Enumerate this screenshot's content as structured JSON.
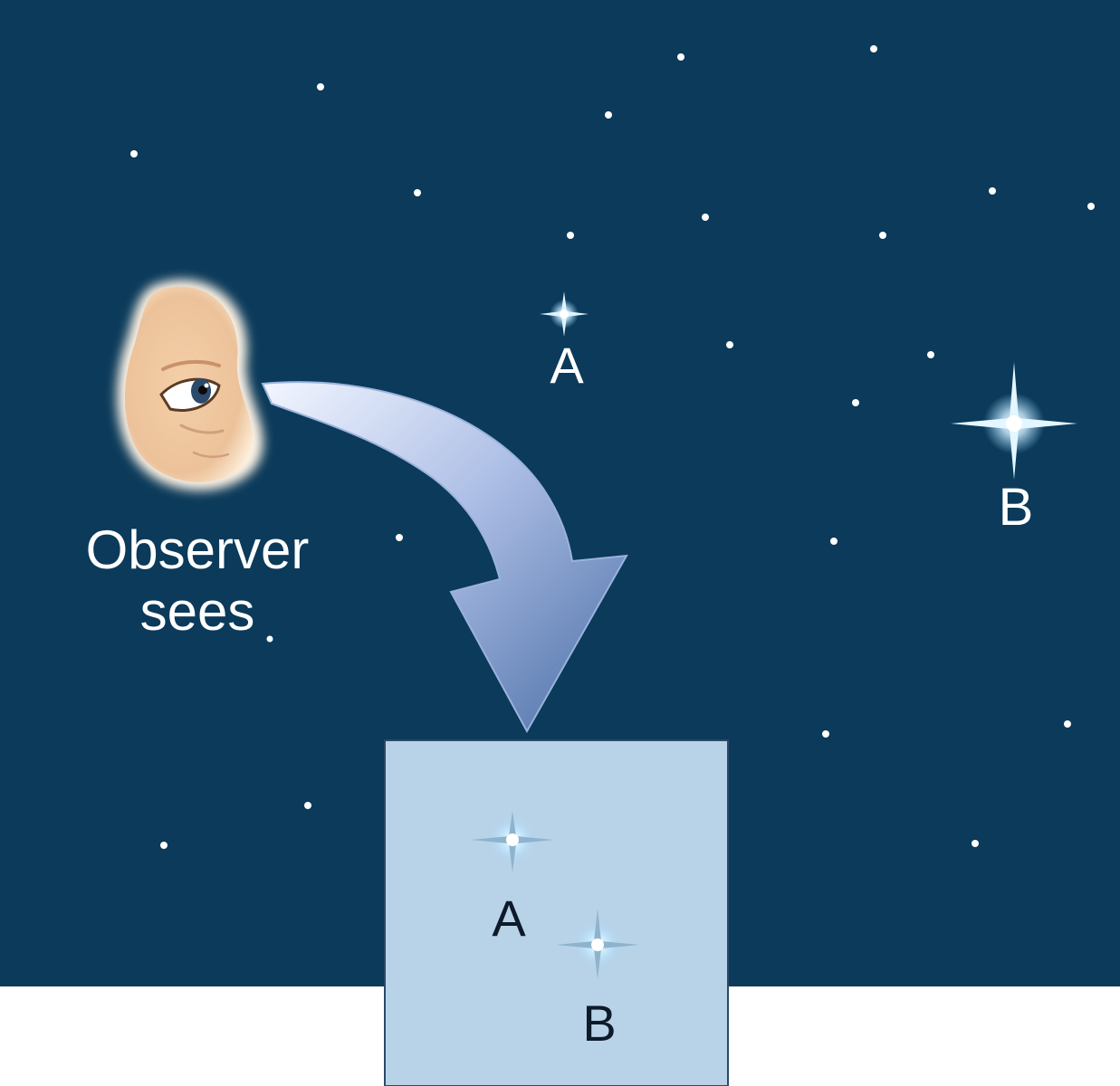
{
  "colors": {
    "sky": "#0b3a5a",
    "star": "#ffffff",
    "star_glow": "#9fd8ff",
    "face": "#f4cfa8",
    "arrow_light": "#f2f6ff",
    "arrow_dark": "#4a6ea6",
    "view_panel": "#b8d3e8",
    "panel_text": "#0d1a2a",
    "sky_text": "#ffffff"
  },
  "labels": {
    "observer_line1": "Observer",
    "observer_line2": "sees",
    "star_a": "A",
    "star_b": "B",
    "view_a": "A",
    "view_b": "B"
  },
  "icons": {
    "observer": "face-eye-icon",
    "direction": "curved-arrow-icon",
    "bright_star": "sparkle-star-icon"
  }
}
